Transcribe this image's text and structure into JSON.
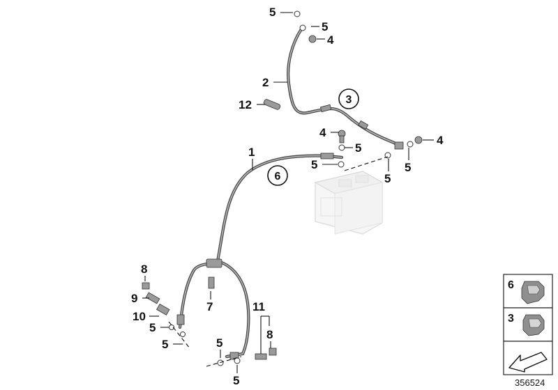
{
  "diagram": {
    "callouts": {
      "c1": "1",
      "c2": "2",
      "c4a": "4",
      "c4b": "4",
      "c4c": "4",
      "c5a": "5",
      "c5b": "5",
      "c5c": "5",
      "c5d": "5",
      "c5e": "5",
      "c5f": "5",
      "c5g": "5",
      "c5h": "5",
      "c5i": "5",
      "c5j": "5",
      "c7": "7",
      "c8a": "8",
      "c8b": "8",
      "c9": "9",
      "c10": "10",
      "c11": "11",
      "c12": "12"
    },
    "circled": {
      "c3": "3",
      "c6": "6"
    },
    "legend": {
      "item6": "6",
      "item3": "3"
    },
    "document_number": "356524"
  }
}
